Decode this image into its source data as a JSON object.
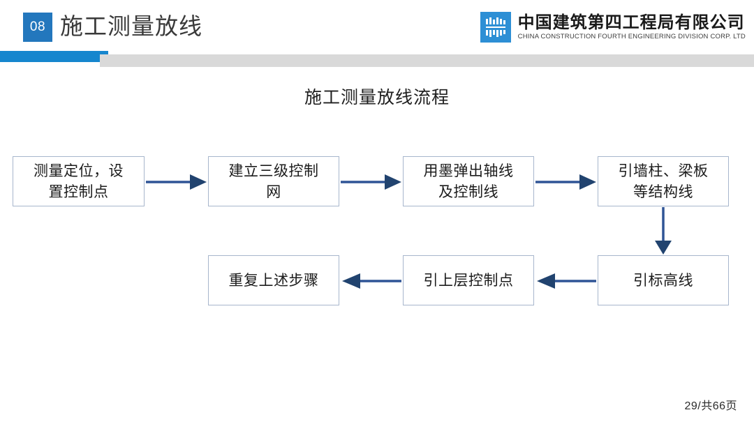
{
  "header": {
    "badge": "08",
    "title": "施工测量放线",
    "accent_blue": "#1686ce",
    "badge_blue": "#2377bd",
    "rule_gray": "#d9d9d9"
  },
  "logo": {
    "mark_alt": "cscec-logo-icon",
    "name_cn": "中国建筑第四工程局有限公司",
    "name_en": "CHINA CONSTRUCTION FOURTH ENGINEERING DIVISION CORP. LTD",
    "mark_color": "#2d8fd5"
  },
  "flow": {
    "title": "施工测量放线流程",
    "box_border": "#a7b6cc",
    "arrow_color": "#2f5496",
    "nodes": [
      {
        "id": "n1",
        "line1": "测量定位，设",
        "line2": "置控制点"
      },
      {
        "id": "n2",
        "line1": "建立三级控制",
        "line2": "网"
      },
      {
        "id": "n3",
        "line1": "用墨弹出轴线",
        "line2": "及控制线"
      },
      {
        "id": "n4",
        "line1": "引墙柱、梁板",
        "line2": "等结构线"
      },
      {
        "id": "n5",
        "line1": "重复上述步骤",
        "line2": ""
      },
      {
        "id": "n6",
        "line1": "引上层控制点",
        "line2": ""
      },
      {
        "id": "n7",
        "line1": "引标高线",
        "line2": ""
      }
    ],
    "edges": [
      {
        "from": "n1",
        "to": "n2",
        "direction": "right"
      },
      {
        "from": "n2",
        "to": "n3",
        "direction": "right"
      },
      {
        "from": "n3",
        "to": "n4",
        "direction": "right"
      },
      {
        "from": "n4",
        "to": "n7",
        "direction": "down"
      },
      {
        "from": "n7",
        "to": "n6",
        "direction": "left"
      },
      {
        "from": "n6",
        "to": "n5",
        "direction": "left"
      }
    ]
  },
  "footer": {
    "page_label": "29/共66页"
  }
}
